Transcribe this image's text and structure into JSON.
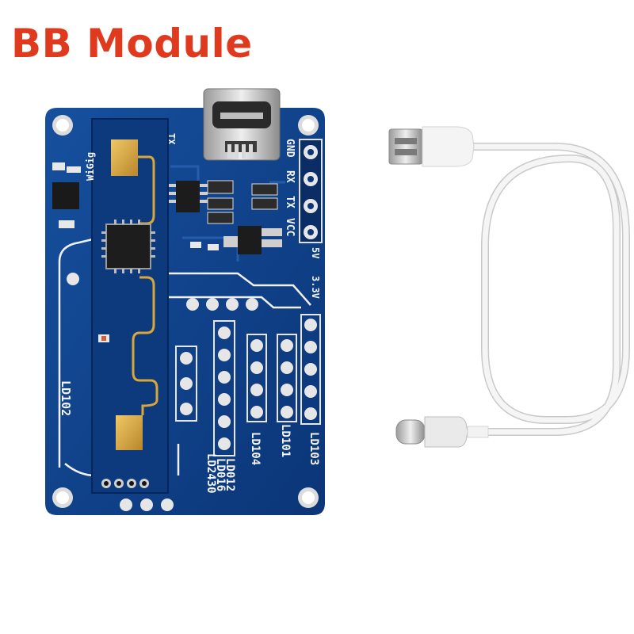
{
  "title": "BB Module",
  "board_labels": {
    "header_pins": [
      "GND",
      "RX",
      "TX",
      "VCC"
    ],
    "tx_top": "TX",
    "v5": "5V",
    "v33": "3.3V",
    "ld102": "LD102",
    "ld104": "LD104",
    "ld101": "LD101",
    "ld103": "LD103",
    "ld012": "LD012",
    "ld016": "LD016",
    "ld2430": "LD2430",
    "wigig": "WiGig"
  },
  "colors": {
    "title": "#e03a1e",
    "pcb": "#0e3f86",
    "silkscreen": "#f4f4f4",
    "antenna_gold": "#d8a63a",
    "cable": "#f2f2f2"
  }
}
